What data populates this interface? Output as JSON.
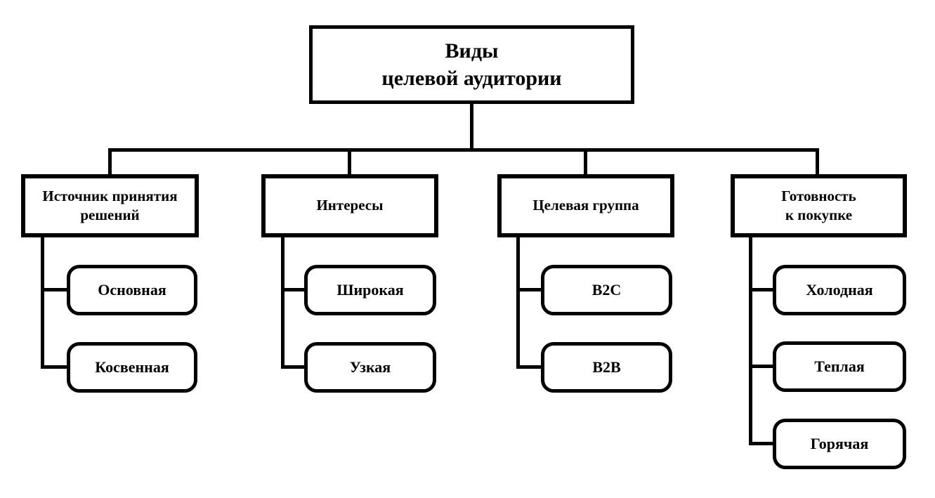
{
  "diagram": {
    "colors": {
      "stroke": "#000000",
      "fill": "#ffffff",
      "text": "#000000"
    },
    "root": {
      "label": "Виды целевой аудитории",
      "lines": [
        "Виды",
        "целевой аудитории"
      ]
    },
    "branches": [
      {
        "label": "Источник принятия решений",
        "lines": [
          "Источник принятия",
          "решений"
        ],
        "children": [
          "Основная",
          "Косвенная"
        ]
      },
      {
        "label": "Интересы",
        "lines": [
          "Интересы"
        ],
        "children": [
          "Широкая",
          "Узкая"
        ]
      },
      {
        "label": "Целевая группа",
        "lines": [
          "Целевая группа"
        ],
        "children": [
          "B2C",
          "B2B"
        ]
      },
      {
        "label": "Готовность к покупке",
        "lines": [
          "Готовность",
          "к покупке"
        ],
        "children": [
          "Холодная",
          "Теплая",
          "Горячая"
        ]
      }
    ]
  }
}
